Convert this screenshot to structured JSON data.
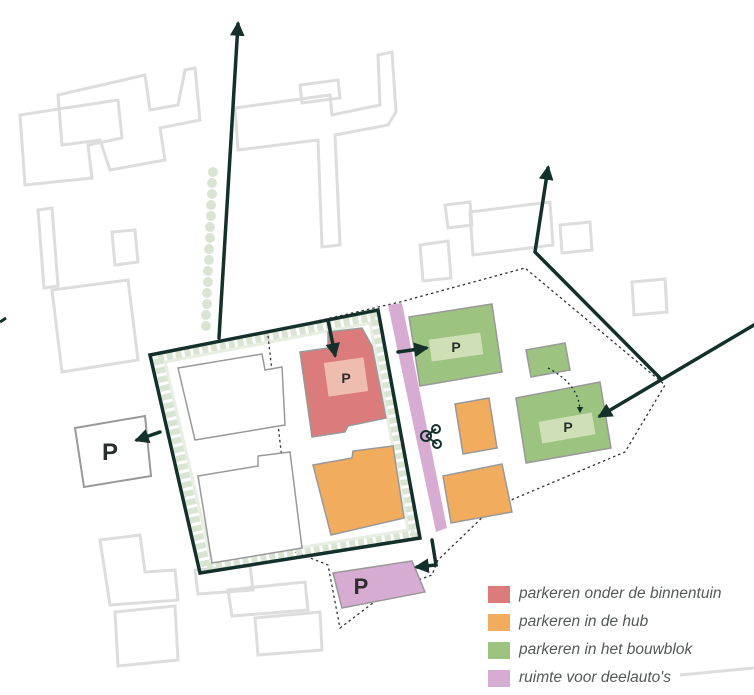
{
  "map": {
    "parking_symbol": "P",
    "bike_icon": "bike-share-icon"
  },
  "colors": {
    "frame": "#13302a",
    "hedge": "#d9e4d3",
    "grey_building": "#dddddd",
    "neutral_parking": "#ffffff",
    "underground": "#dc7b7b",
    "hub": "#f2ac5e",
    "block": "#9cc37f",
    "shared": "#d7acd2"
  },
  "legend": {
    "items": [
      {
        "label": "parkeren onder de binnentuin",
        "color": "#dc7b7b"
      },
      {
        "label": "parkeren in de hub",
        "color": "#f2ac5e"
      },
      {
        "label": "parkeren in het bouwblok",
        "color": "#9cc37f"
      },
      {
        "label": "ruimte voor deelauto's",
        "color": "#d7acd2"
      }
    ]
  }
}
